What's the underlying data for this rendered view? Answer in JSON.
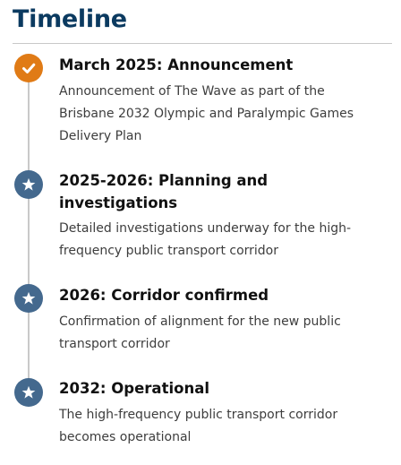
{
  "page": {
    "heading": "Timeline"
  },
  "timeline": {
    "items": [
      {
        "title": "March 2025: Announcement",
        "description": "Announcement of The Wave as part of the Brisbane 2032 Olympic and Paralympic Games Delivery Plan",
        "status": "complete",
        "icon": "checkmark-icon",
        "color": "#e07b16"
      },
      {
        "title": "2025-2026: Planning and investigations",
        "description": "Detailed investigations underway for the high-frequency public transport corridor",
        "status": "upcoming",
        "icon": "star-icon",
        "color": "#44698e"
      },
      {
        "title": "2026: Corridor confirmed",
        "description": "Confirmation of alignment for the new public transport corridor",
        "status": "upcoming",
        "icon": "star-icon",
        "color": "#44698e"
      },
      {
        "title": "2032: Operational",
        "description": "The high-frequency public transport corridor becomes operational",
        "status": "upcoming",
        "icon": "star-icon",
        "color": "#44698e"
      }
    ]
  }
}
